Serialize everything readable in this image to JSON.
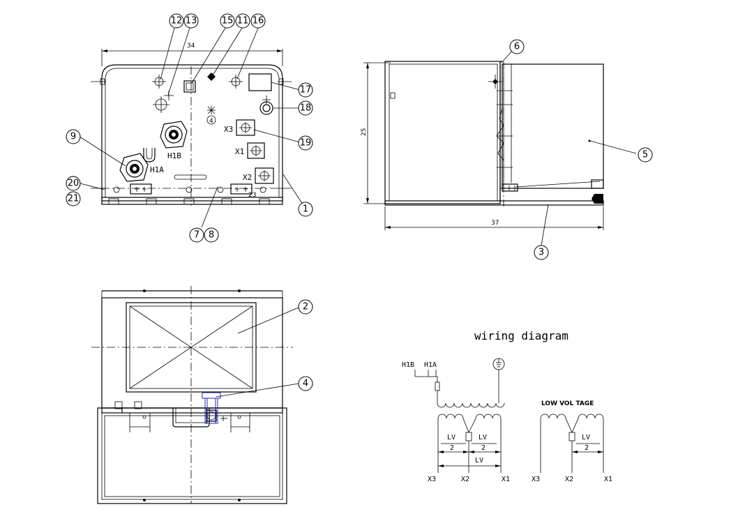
{
  "dimensions": {
    "front_width": "34",
    "side_width": "37",
    "side_height": "25"
  },
  "terminals": {
    "h1a": "H1A",
    "h1b": "H1B",
    "x1": "X1",
    "x2": "X2",
    "x3": "X3",
    "inner4": "4",
    "inner23": "23"
  },
  "callouts": [
    "1",
    "2",
    "3",
    "4",
    "5",
    "6",
    "7",
    "8",
    "9",
    "11",
    "12",
    "13",
    "15",
    "16",
    "17",
    "18",
    "19",
    "20",
    "21"
  ],
  "wiring": {
    "title": "wiring diagram",
    "h1b": "H1B",
    "h1a": "H1A",
    "lv_num": "LV",
    "lv_den": "2",
    "lv_full": "LV",
    "x3": "X3",
    "x2": "X2",
    "x1": "X1",
    "low_voltage": "LOW VOL TAGE"
  }
}
